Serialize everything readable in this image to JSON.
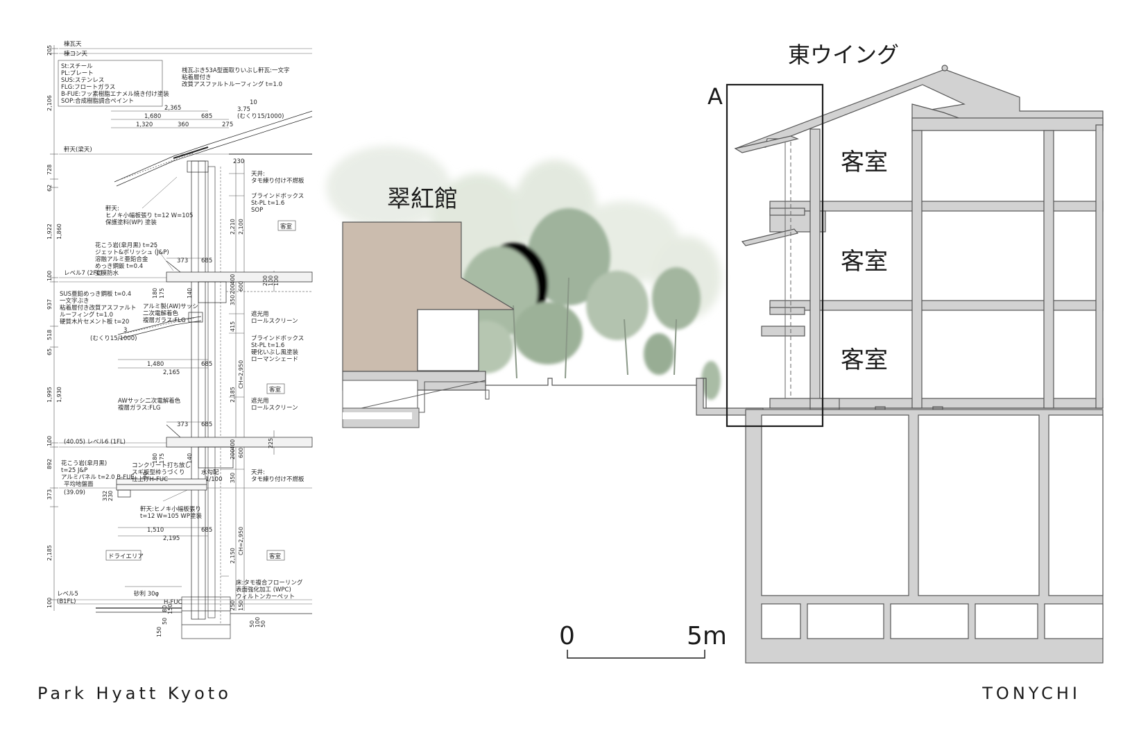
{
  "caption_left": "Park Hyatt Kyoto",
  "caption_right": "TONYCHI",
  "section": {
    "wing_title": "東ウイング",
    "detail_marker": "A",
    "neighbor_building": "翠紅館",
    "rooms": [
      "客室",
      "客室",
      "客室"
    ],
    "scale_zero": "0",
    "scale_end": "5m"
  },
  "detail": {
    "levels": [
      "棟瓦天",
      "棟コン天",
      "軒天(梁天)",
      "レベル7 (2FL)",
      "(40.05) レベル6 (1FL)",
      "平均地盤面",
      "(39.09)",
      "レベル5",
      "(B1FL)"
    ],
    "legend": [
      "St:スチール",
      "PL:プレート",
      "SUS:ステンレス",
      "FLG:フロートガラス",
      "B-FUE:フッ素樹脂エナメル焼き付け塗装",
      "SOP:合成樹脂調合ペイント"
    ],
    "roof_note": [
      "桟瓦ぶき53A型面取りいぶし軒瓦:一文字",
      "粘着層付き",
      "改質アスファルトルーフィング t=1.0"
    ],
    "slope_top": [
      "3.75",
      "(むくり15/1000)"
    ],
    "slope_mid": [
      "3",
      "(むくり15/1000)"
    ],
    "dims_top": [
      "2,365",
      "1,680",
      "685",
      "1,320",
      "360",
      "275",
      "10",
      "230"
    ],
    "ceiling_box_notes": [
      "天井:",
      "タモ練り付け不燃板",
      "ブラインドボックス",
      "St-PL t=1.6",
      "SOP"
    ],
    "eave_note": [
      "軒天:",
      "ヒノキ小幅板張り t=12 W=105",
      "保護塗料(WP) 塗装"
    ],
    "stone_note": [
      "花こう岩(皐月黒) t=25",
      "ジェット&ポリッシュ (J&P)",
      "溶融アルミ亜鉛合金",
      "めっき鋼鈑 t=0.4",
      "塗膜防水"
    ],
    "dims_mid_a": [
      "373",
      "685"
    ],
    "sus_note": [
      "SUS亜鉛めっき鋼板 t=0.4",
      "一文字ぶき",
      "粘着層付き改質アスファルト",
      "ルーフィング t=1.0",
      "硬質木片セメント板 t=20"
    ],
    "sash_note": [
      "アルミ製(AW)サッシ",
      "二次電解着色",
      "複層ガラス:FLG"
    ],
    "screen_note_1": [
      "遮光用",
      "ロールスクリーン"
    ],
    "blind_note_2": [
      "ブラインドボックス",
      "St-PL t=1.6",
      "硬化いぶし風塗装",
      "ローマンシェード"
    ],
    "dims_mid_b": [
      "1,480",
      "2,165",
      "685"
    ],
    "sash_note_2": [
      "AWサッシ二次電解着色",
      "複層ガラス:FLG"
    ],
    "screen_note_2": [
      "遮光用",
      "ロールスクリーン"
    ],
    "dims_mid_c": [
      "373",
      "685"
    ],
    "stone_note_2": [
      "花こう岩(皐月黒)",
      "t=25 J&P",
      "アルミパネル t=2.0 B-FUE"
    ],
    "concrete_note": [
      "コンクリート打ち放し",
      "スギ板型枠うづくり",
      "仕上げH-FUC"
    ],
    "drain_note": [
      "水勾配",
      "1/100"
    ],
    "ceiling_note_2": [
      "天井:",
      "タモ練り付け不燃板"
    ],
    "eave_note_2": [
      "軒天:ヒノキ小幅板張り",
      "t=12 W=105 WP塗装"
    ],
    "dims_low": [
      "1,510",
      "2,195",
      "685"
    ],
    "rooms_detail": [
      "客室",
      "客室",
      "客室"
    ],
    "dry_area": "ドライエリア",
    "gravel": "砂利 30φ",
    "hfuc": "H-FUC",
    "floor_note": [
      "床:タモ複合フローリング",
      "表面強化加工 (WPC)",
      "ウィルトンカーペット"
    ],
    "left_dims": [
      "205",
      "2,106",
      "728",
      "62",
      "1,922",
      "1,860",
      "100",
      "937",
      "518",
      "65",
      "1,995",
      "1,930",
      "100",
      "892",
      "373",
      "2,185",
      "100"
    ],
    "right_dims": [
      "2,210",
      "2,100",
      "CH=2,950",
      "2,185",
      "CH=2,950",
      "2,150",
      "400",
      "350",
      "200",
      "415",
      "600",
      "400",
      "350",
      "200",
      "225",
      "600",
      "250",
      "150"
    ],
    "tiny_dims": [
      "180",
      "175",
      "140",
      "180",
      "175",
      "140",
      "100",
      "200",
      "100",
      "332",
      "230",
      "80",
      "50",
      "150",
      "50",
      "100",
      "50",
      "90",
      "150"
    ]
  }
}
